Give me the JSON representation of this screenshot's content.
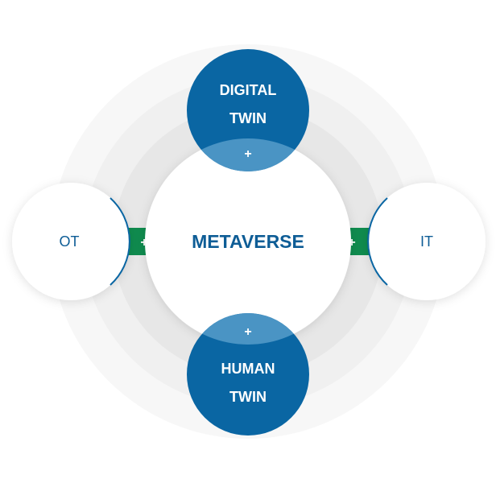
{
  "center": {
    "label": "METAVERSE"
  },
  "nodes": {
    "top": {
      "line1": "DIGITAL",
      "line2": "TWIN",
      "connector": "+"
    },
    "bottom": {
      "line1": "HUMAN",
      "line2": "TWIN",
      "connector": "+"
    },
    "left": {
      "label": "OT",
      "connector": "+"
    },
    "right": {
      "label": "IT",
      "connector": "+"
    }
  },
  "colors": {
    "primary_blue": "#0a66a3",
    "light_blue_overlap": "#4a94c4",
    "accent_green": "#0f8b4e",
    "ring_outer": "#f6f6f6",
    "ring_mid": "#efefef",
    "ring_inner": "#e6e6e6",
    "text_blue": "#0e5d96"
  }
}
